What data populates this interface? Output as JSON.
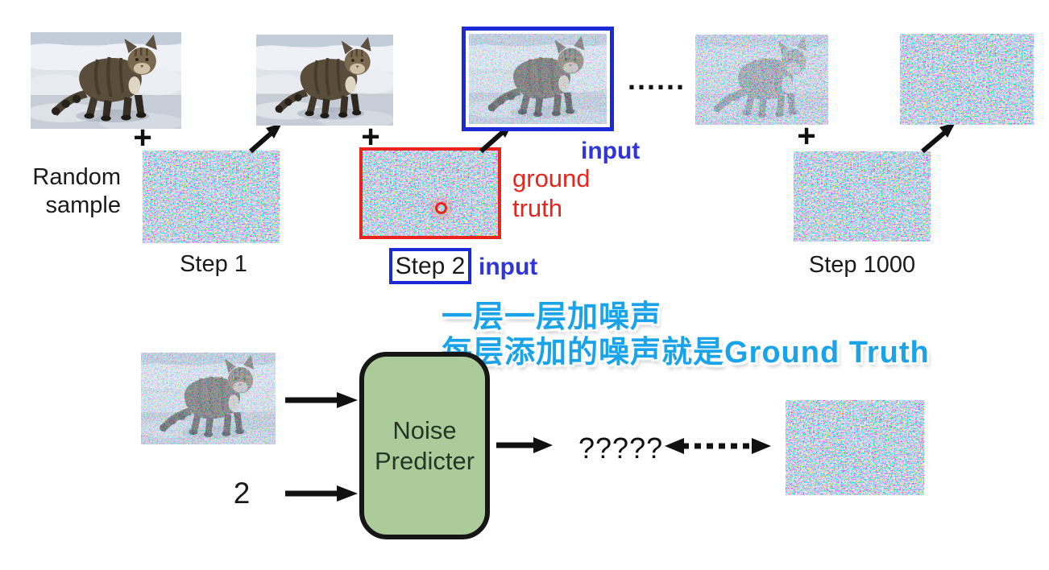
{
  "title_context": "diffusion forward process diagram",
  "labels": {
    "plus": "+",
    "random_sample": "Random sample",
    "step_1": "Step 1",
    "step_2": "Step 2",
    "step_1000": "Step 1000",
    "input": "input",
    "ground_truth": "ground truth",
    "ellipsis": "......",
    "timestep_value": "2",
    "unknown_prediction": "?????"
  },
  "noise_predictor": {
    "line1": "Noise",
    "line2": "Predicter"
  },
  "subtitle": {
    "line1": "一层一层加噪声",
    "line2": "每层添加的噪声就是Ground Truth"
  },
  "colors": {
    "annotation_blue": "#1c2ad6",
    "annotation_red": "#e8241c",
    "subtitle_blue": "#1aa3e8",
    "predictor_fill": "#abcb9a"
  }
}
